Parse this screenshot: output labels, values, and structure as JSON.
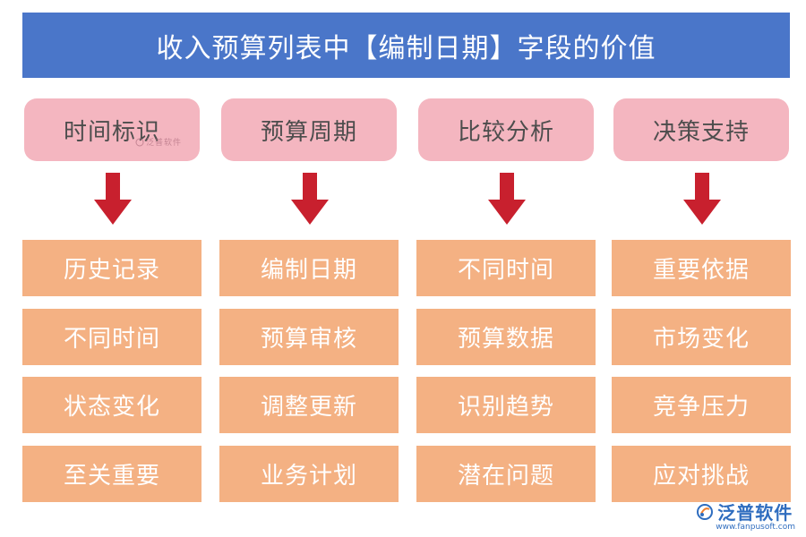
{
  "title": "收入预算列表中【编制日期】字段的价值",
  "columns": [
    {
      "header": "时间标识",
      "items": [
        "历史记录",
        "不同时间",
        "状态变化",
        "至关重要"
      ]
    },
    {
      "header": "预算周期",
      "items": [
        "编制日期",
        "预算审核",
        "调整更新",
        "业务计划"
      ]
    },
    {
      "header": "比较分析",
      "items": [
        "不同时间",
        "预算数据",
        "识别趋势",
        "潜在问题"
      ]
    },
    {
      "header": "决策支持",
      "items": [
        "重要依据",
        "市场变化",
        "竞争压力",
        "应对挑战"
      ]
    }
  ],
  "watermark": {
    "mini_text": "泛普软件"
  },
  "logo": {
    "name": "泛普软件",
    "url": "www.fanpusoft.com",
    "icon": "fanpu-logo-icon"
  },
  "colors": {
    "title_bg": "#4a76c9",
    "header_bg": "#f4b6c0",
    "item_bg": "#f4b183",
    "arrow": "#c8202e",
    "logo": "#2f6dbf"
  }
}
